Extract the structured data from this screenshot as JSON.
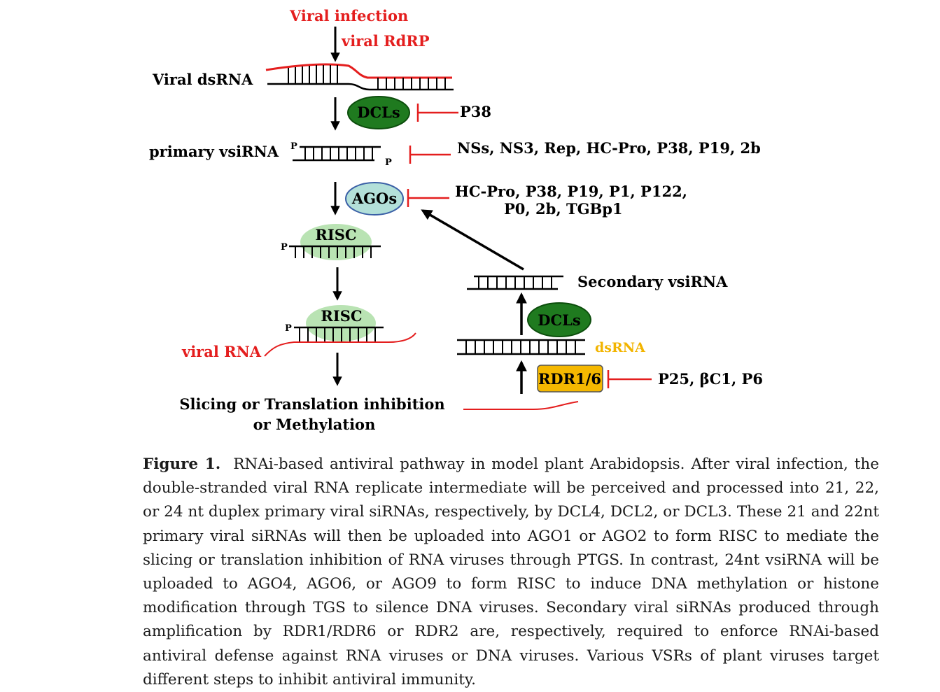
{
  "labels": {
    "viral_infection": "Viral infection",
    "viral_rdrp": "viral RdRP",
    "viral_dsrna": "Viral dsRNA",
    "dcls_top": "DCLs",
    "p38": "P38",
    "primary_vsirna": "primary vsiRNA",
    "p_mark": "P",
    "vsr_primary": "NSs, NS3, Rep, HC-Pro, P38, P19, 2b",
    "agos": "AGOs",
    "vsr_ago_line1": "HC-Pro, P38, P19, P1, P122,",
    "vsr_ago_line2": "P0, 2b, TGBp1",
    "risc": "RISC",
    "viral_rna": "viral RNA",
    "outcome_line1": "Slicing or Translation inhibition",
    "outcome_line2": "or Methylation",
    "secondary_vsirna": "Secondary vsiRNA",
    "dcls_right": "DCLs",
    "dsrna": "dsRNA",
    "rdr": "RDR1/6",
    "vsr_rdr": "P25, βC1, P6"
  },
  "caption": {
    "label": "Figure 1.",
    "text": "RNAi-based antiviral pathway in model plant Arabidopsis. After viral infection, the double-stranded viral RNA replicate intermediate will be perceived and processed into 21, 22, or 24 nt duplex primary viral siRNAs, respectively, by DCL4, DCL2, or DCL3. These 21 and 22nt primary viral siRNAs will then be uploaded into AGO1 or AGO2 to form RISC to mediate the slicing or translation inhibition of RNA viruses through PTGS. In contrast, 24nt vsiRNA will be uploaded to AGO4, AGO6, or AGO9 to form RISC to induce DNA methylation or histone modification through TGS to silence DNA viruses. Secondary viral siRNAs produced through amplification by RDR1/RDR6 or RDR2 are, respectively, required to enforce RNAi-based antiviral defense against RNA viruses or DNA viruses. Various VSRs of plant viruses target different steps to inhibit antiviral immunity."
  },
  "colors": {
    "red": "#e41e1e",
    "dcl_green": "#1f7a1f",
    "ago_fill": "#b3e0d9",
    "ago_stroke": "#3a5fa6",
    "risc_fill": "#b9e3b3",
    "rdr_fill": "#f5b800",
    "dsrna_label": "#f2b400",
    "inhibit": "#e41e1e"
  }
}
